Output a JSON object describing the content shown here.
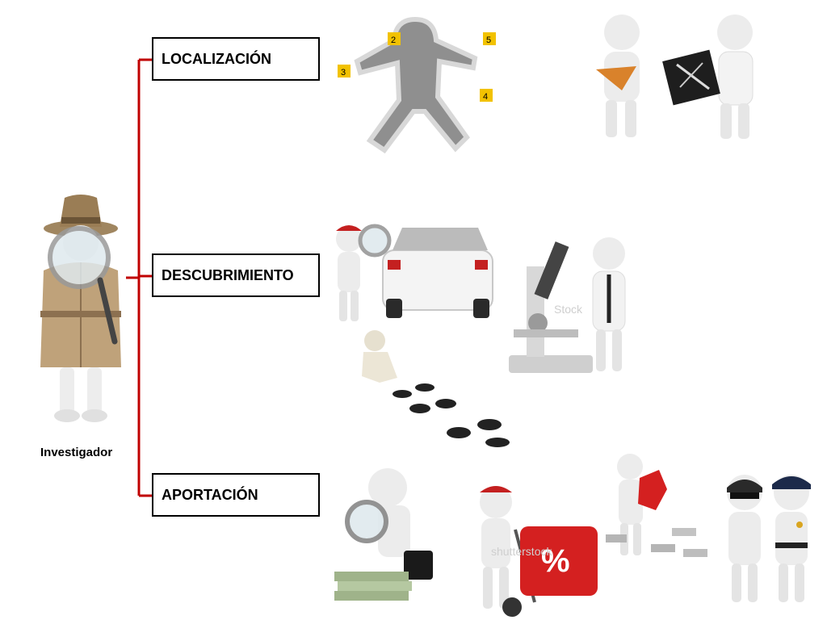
{
  "nodes": {
    "root": {
      "label": "Investigador"
    },
    "branches": [
      {
        "label": "LOCALIZACIÓN"
      },
      {
        "label": "DESCUBRIMIENTO"
      },
      {
        "label": "APORTACIÓN"
      }
    ]
  },
  "evidence_markers": [
    "2",
    "5",
    "3",
    "4"
  ],
  "stamps": {
    "percent": "%",
    "shutterstock": "shutterstock",
    "stock": "Stock"
  },
  "colors": {
    "connector": "#c00000",
    "figure": "#e8e8e8",
    "accent_red": "#d42020"
  },
  "icons": [
    "detective-icon",
    "chalk-outline-icon",
    "xray-doctor-icon",
    "car-inspection-icon",
    "microscope-icon",
    "footprints-icon",
    "money-search-icon",
    "percent-cart-icon",
    "puzzle-icon",
    "police-arrest-icon"
  ]
}
